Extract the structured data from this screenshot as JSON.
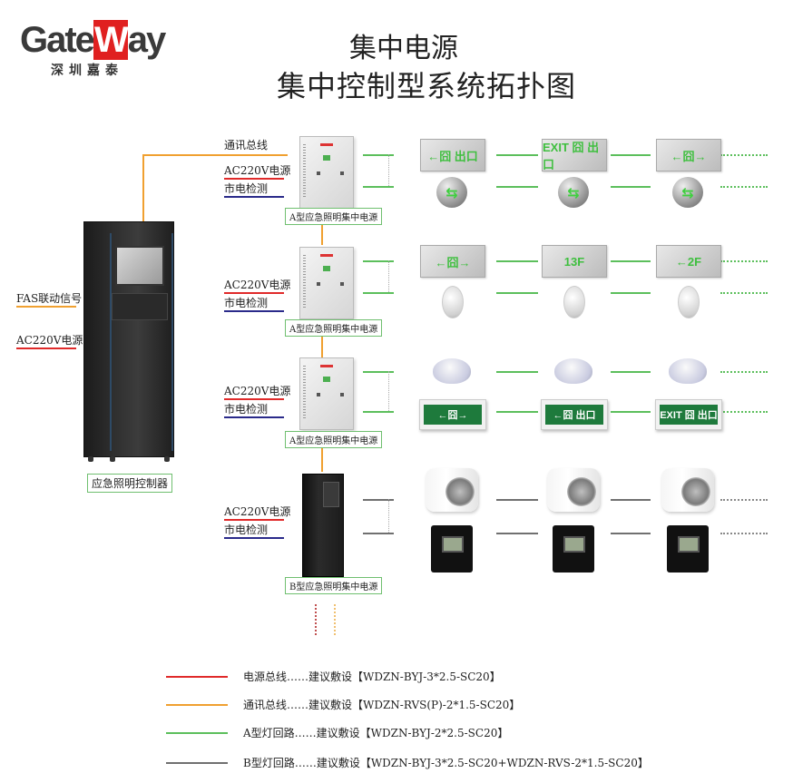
{
  "logo": {
    "word_pre": "Gate",
    "word_w": "W",
    "word_post": "ay",
    "sub": "深圳嘉泰"
  },
  "title": {
    "line1": "集中电源",
    "line2": "集中控制型系统拓扑图"
  },
  "controller": {
    "caption": "应急照明控制器",
    "inputs": [
      {
        "label": "FAS联动信号",
        "color": "#f0a030"
      },
      {
        "label": "AC220V电源",
        "color": "#e02a2a"
      }
    ]
  },
  "rows": [
    {
      "power_caption": "A型应急照明集中电源",
      "labels": [
        {
          "text": "通讯总线",
          "line": "orange"
        },
        {
          "text": "AC220V电源",
          "line": "red"
        },
        {
          "text": "市电检测",
          "line": "blue"
        }
      ],
      "circuit": "A",
      "lamps_top": [
        {
          "type": "sign-silver",
          "text": "←囧 出口"
        },
        {
          "type": "sign-silver",
          "text": "EXIT 囧 出口"
        },
        {
          "type": "sign-silver",
          "text": "←囧→"
        }
      ],
      "lamps_bottom": [
        {
          "type": "floor-sign",
          "text": "⇆"
        },
        {
          "type": "floor-sign",
          "text": "⇆"
        },
        {
          "type": "floor-sign",
          "text": "⇆"
        }
      ]
    },
    {
      "power_caption": "A型应急照明集中电源",
      "labels": [
        {
          "text": "AC220V电源",
          "line": "red"
        },
        {
          "text": "市电检测",
          "line": "blue"
        }
      ],
      "circuit": "A",
      "lamps_top": [
        {
          "type": "sign-silver",
          "text": "←囧→"
        },
        {
          "type": "sign-silver",
          "text": "13F"
        },
        {
          "type": "sign-silver",
          "text": "←2F"
        }
      ],
      "lamps_bottom": [
        {
          "type": "sensor",
          "text": ""
        },
        {
          "type": "sensor",
          "text": ""
        },
        {
          "type": "sensor",
          "text": ""
        }
      ]
    },
    {
      "power_caption": "A型应急照明集中电源",
      "labels": [
        {
          "text": "AC220V电源",
          "line": "red"
        },
        {
          "text": "市电检测",
          "line": "blue"
        }
      ],
      "circuit": "A",
      "lamps_top": [
        {
          "type": "ceiling-light",
          "text": ""
        },
        {
          "type": "ceiling-light",
          "text": ""
        },
        {
          "type": "ceiling-light",
          "text": ""
        }
      ],
      "lamps_bottom": [
        {
          "type": "sign-green",
          "text": "←囧→"
        },
        {
          "type": "sign-green",
          "text": "←囧 出口"
        },
        {
          "type": "sign-green",
          "text": "EXIT 囧 出口"
        }
      ]
    },
    {
      "power_caption": "B型应急照明集中电源",
      "labels": [
        {
          "text": "AC220V电源",
          "line": "red"
        },
        {
          "text": "市电检测",
          "line": "blue"
        }
      ],
      "circuit": "B",
      "lamps_top": [
        {
          "type": "downlight",
          "text": ""
        },
        {
          "type": "downlight",
          "text": ""
        },
        {
          "type": "downlight",
          "text": ""
        }
      ],
      "lamps_bottom": [
        {
          "type": "floodlight",
          "text": ""
        },
        {
          "type": "floodlight",
          "text": ""
        },
        {
          "type": "floodlight",
          "text": ""
        }
      ]
    }
  ],
  "legend": [
    {
      "color": "#e02a2a",
      "text": "电源总线……建议敷设【WDZN-BYJ-3*2.5-SC20】"
    },
    {
      "color": "#f0a030",
      "text": "通讯总线……建议敷设【WDZN-RVS(P)-2*1.5-SC20】"
    },
    {
      "color": "#5cbf5c",
      "text": "A型灯回路……建议敷设【WDZN-BYJ-2*2.5-SC20】"
    },
    {
      "color": "#707070",
      "text": "B型灯回路……建议敷设【WDZN-BYJ-3*2.5-SC20+WDZN-RVS-2*1.5-SC20】"
    }
  ]
}
